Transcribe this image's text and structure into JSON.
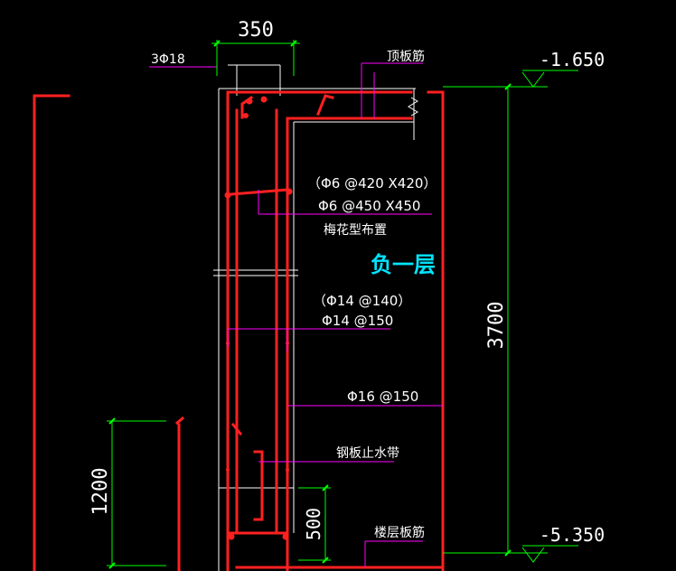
{
  "drawing": {
    "dims": {
      "top_width": "350",
      "height_main": "3700",
      "height_left": "1200",
      "height_bottom": "500"
    },
    "elevations": {
      "top": "-1.650",
      "bottom": "-5.350"
    },
    "labels": {
      "top_bar": "3Φ18",
      "top_slab_rebar": "顶板筋",
      "tie_alt": "（Φ6 @420 X420）",
      "tie_main": "Φ6 @450 X450",
      "tie_layout": "梅花型布置",
      "floor_name": "负一层",
      "horiz_alt": "（Φ14 @140）",
      "horiz_main": "Φ14 @150",
      "vert_main": "Φ16 @150",
      "waterstop": "钢板止水带",
      "floor_slab_rebar": "楼层板筋"
    },
    "colors": {
      "background": "#000000",
      "rebar": "#ff2020",
      "dimension": "#00ff00",
      "leader": "#ff00ff",
      "outline": "#ffffff",
      "floor_label": "#00e5ff"
    }
  }
}
